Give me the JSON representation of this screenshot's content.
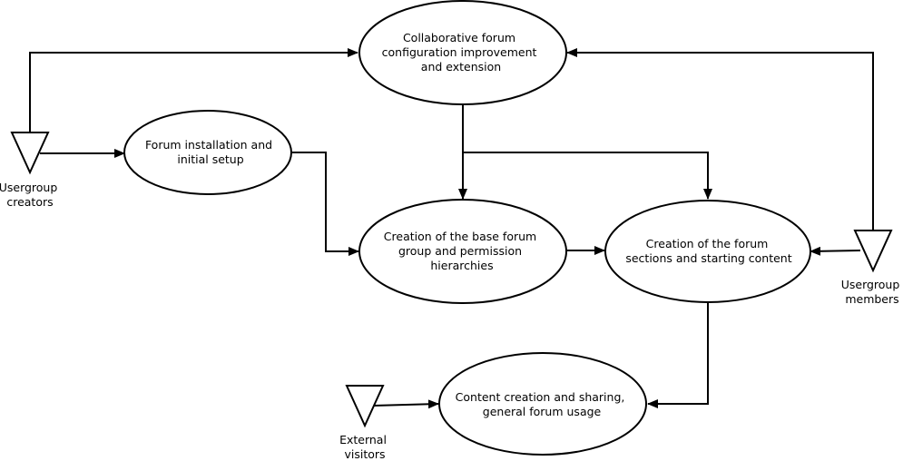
{
  "nodes": {
    "collab": {
      "lines": [
        "Collaborative forum",
        "configuration improvement",
        "and extension"
      ]
    },
    "install": {
      "lines": [
        "Forum installation and",
        "initial setup"
      ]
    },
    "base": {
      "lines": [
        "Creation of the base forum",
        "group and permission",
        "hierarchies"
      ]
    },
    "sections": {
      "lines": [
        "Creation of the forum",
        "sections and starting content"
      ]
    },
    "content": {
      "lines": [
        "Content creation and sharing,",
        "general forum usage"
      ]
    }
  },
  "actors": {
    "creators": {
      "lines": [
        "Usergroup",
        "creators"
      ]
    },
    "members": {
      "lines": [
        "Usergroup",
        "members"
      ]
    },
    "visitors": {
      "lines": [
        "External",
        "visitors"
      ]
    }
  }
}
